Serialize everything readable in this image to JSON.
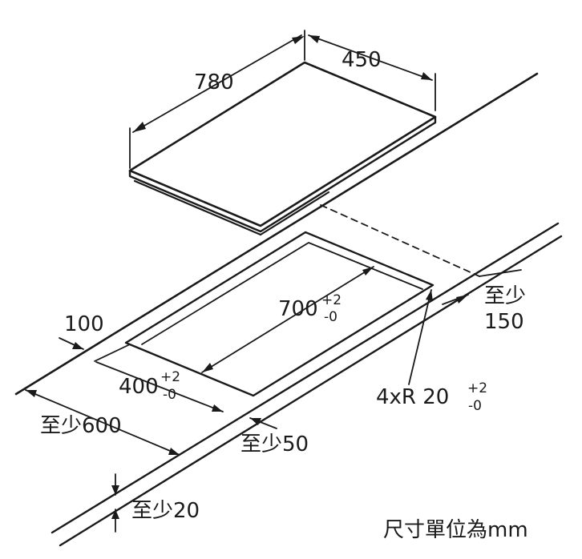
{
  "diagram": {
    "cooktop": {
      "width_label": "780",
      "depth_label": "450"
    },
    "cutout": {
      "width_main": "700",
      "width_tol_plus": "+2",
      "width_tol_minus": "-0",
      "depth_main": "400",
      "depth_tol_plus": "+2",
      "depth_tol_minus": "-0",
      "corner_main": "4xR 20",
      "corner_tol_plus": "+2",
      "corner_tol_minus": "-0"
    },
    "clearances": {
      "rear_label": "100",
      "right_prefix": "至少",
      "right_value": "150",
      "left_label": "至少600",
      "front_label": "至少50",
      "thickness_label": "至少20"
    },
    "units_note": "尺寸單位為mm"
  },
  "colors": {
    "ink": "#1a1a1a",
    "background": "#ffffff"
  }
}
